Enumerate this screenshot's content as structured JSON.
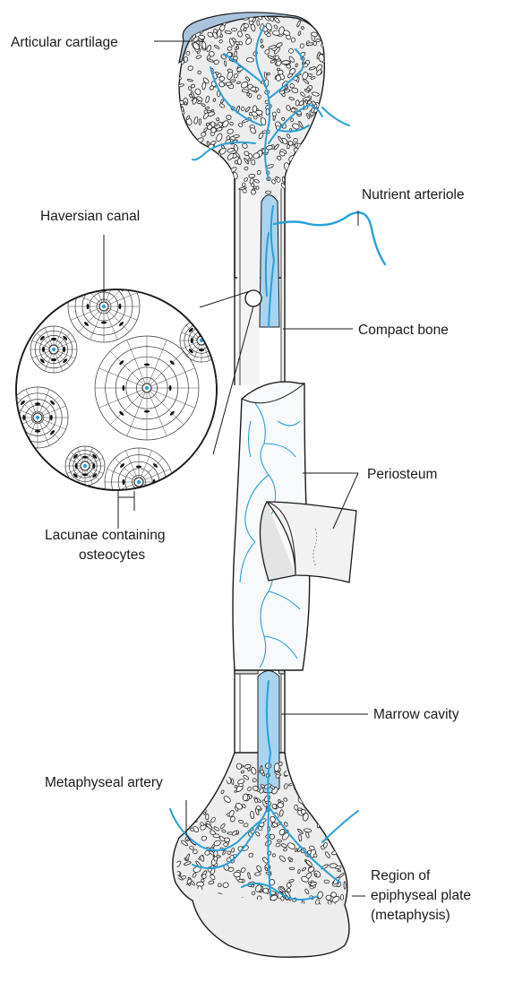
{
  "labels": {
    "articular_cartilage": "Articular cartilage",
    "haversian_canal": "Haversian canal",
    "nutrient_arteriole": "Nutrient arteriole",
    "compact_bone": "Compact bone",
    "periosteum": "Periosteum",
    "lacunae_line1": "Lacunae containing",
    "lacunae_line2": "osteocytes",
    "marrow_cavity": "Marrow cavity",
    "metaphyseal_artery": "Metaphyseal artery",
    "region_line1": "Region of",
    "region_line2": "epiphyseal plate",
    "region_line3": "(metaphysis)"
  },
  "colors": {
    "vessel": "#2aa0d8",
    "marrow": "#a8d4ef",
    "cartilage": "#a9c3dd",
    "bone_fill": "#ededed",
    "periosteum_fill": "#f7f9fb",
    "outline": "#1a1a1a"
  }
}
